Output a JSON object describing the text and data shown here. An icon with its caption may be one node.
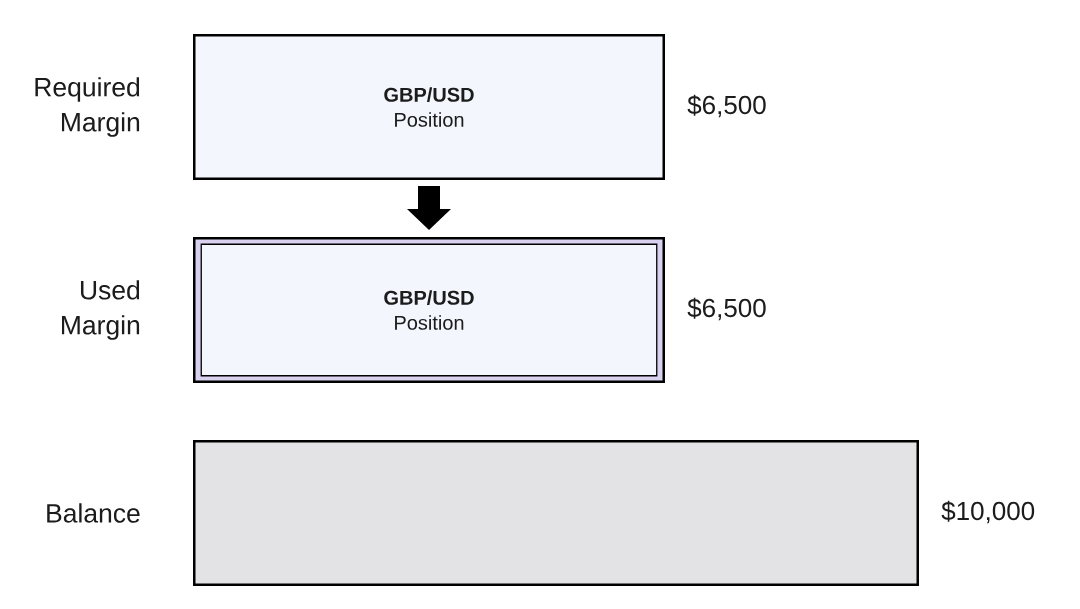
{
  "diagram": {
    "nodes": [
      {
        "text": [
          "GBP/USD",
          "Position"
        ],
        "beside": [
          "Required Margin",
          "$6,500"
        ]
      },
      {
        "text": [
          "GBP/USD",
          "Position"
        ],
        "beside": [
          "Used Margin",
          "$6,500"
        ]
      },
      {
        "text": [],
        "shape": "box",
        "beside": [
          "Balance",
          "$10,000"
        ]
      }
    ],
    "edges": [
      {
        "from": 0,
        "to": 1,
        "arrow": "to"
      }
    ]
  }
}
